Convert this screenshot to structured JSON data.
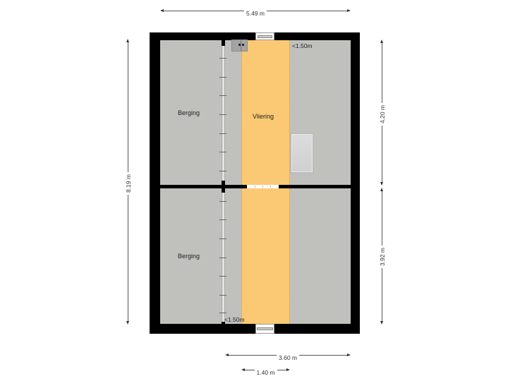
{
  "floorplan": {
    "dimensions": {
      "total_width": "5.49 m",
      "total_depth": "8.19 m",
      "upper_depth": "4.20 m",
      "lower_depth": "3.92 m",
      "bottom_width": "3.60 m",
      "strip_width": "1.40 m"
    },
    "rooms": [
      {
        "name": "Berging",
        "position": "upper-left"
      },
      {
        "name": "Vliering",
        "position": "upper-center"
      },
      {
        "name": "Berging",
        "position": "lower-left"
      }
    ],
    "annotations": {
      "low_height_top": "<1.50m",
      "low_height_bottom": "<1.50m"
    },
    "colors": {
      "wall": "#000000",
      "floor": "#c0c0bd",
      "vliering_strip": "#fbc873",
      "background": "#ffffff"
    },
    "fixtures": [
      {
        "type": "chimney-vent",
        "icon": "vent-icon"
      },
      {
        "type": "skylight",
        "icon": "skylight-icon"
      },
      {
        "type": "window-top",
        "icon": "window-icon"
      },
      {
        "type": "window-bottom",
        "icon": "window-icon"
      },
      {
        "type": "hatch-divider",
        "icon": "door-icon"
      },
      {
        "type": "knee-wall-rail",
        "icon": "rail-icon"
      }
    ]
  }
}
